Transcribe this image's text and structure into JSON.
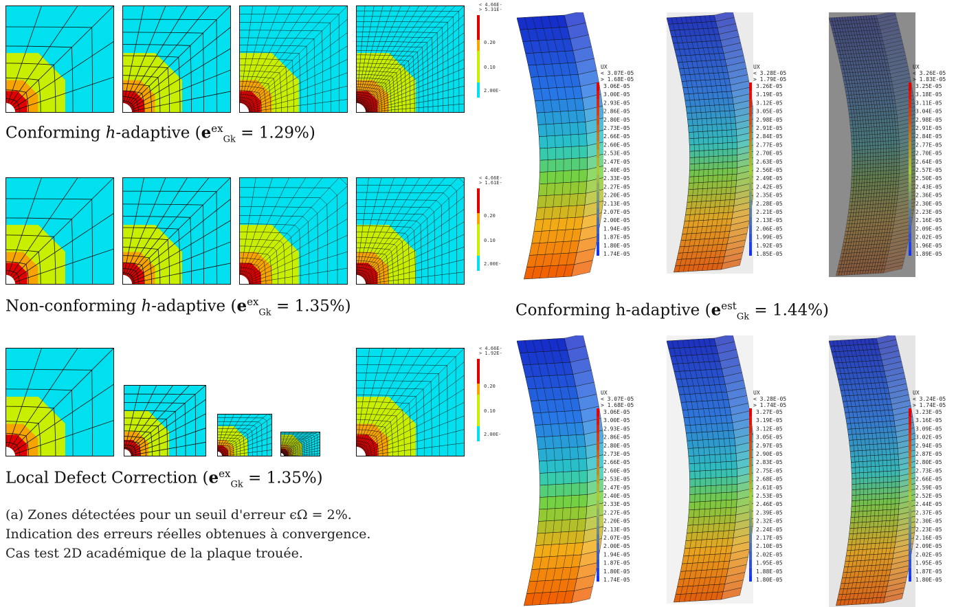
{
  "left_panel": {
    "rows": [
      {
        "caption_prefix": "Conforming ",
        "caption_italic": "h",
        "caption_suffix": "-adaptive (",
        "err_super": "ex",
        "err_sub": "Gk",
        "err_value": " = 1.29%)",
        "legend": {
          "top": "< 4.66E-",
          "top2": "> 5.31E-",
          "t1": "0.20",
          "t2": "0.10",
          "t3": "2.00E-"
        }
      },
      {
        "caption_prefix": "Non-conforming ",
        "caption_italic": "h",
        "caption_suffix": "-adaptive (",
        "err_super": "ex",
        "err_sub": "Gk",
        "err_value": " = 1.35%)",
        "legend": {
          "top": "< 4.66E-",
          "top2": "> 1.61E-",
          "t1": "0.20",
          "t2": "0.10",
          "t3": "2.00E-"
        }
      },
      {
        "caption_prefix": "Local Defect Correction (",
        "caption_italic": "",
        "caption_suffix": "",
        "err_super": "ex",
        "err_sub": "Gk",
        "err_value": " = 1.35%)",
        "legend": {
          "top": "< 4.66E-",
          "top2": "> 1.92E-",
          "t1": "0.20",
          "t2": "0.10",
          "t3": "2.00E-"
        }
      }
    ],
    "description": [
      "(a) Zones détectées pour un seuil d'erreur ϵΩ = 2%.",
      "Indication des erreurs réelles obtenues à convergence.",
      "Cas test 2D académique de la plaque trouée."
    ]
  },
  "right_panel": {
    "top_caption": "Conforming h-adaptive (",
    "top_super": "est",
    "top_sub": "Gk",
    "top_value": " = 1.44%)",
    "colorbars_top": [
      {
        "var": "UX",
        "max": "< 3.07E-05",
        "min": "> 1.68E-05",
        "ticks": [
          "3.06E-05",
          "3.00E-05",
          "2.93E-05",
          "2.86E-05",
          "2.80E-05",
          "2.73E-05",
          "2.66E-05",
          "2.60E-05",
          "2.53E-05",
          "2.47E-05",
          "2.40E-05",
          "2.33E-05",
          "2.27E-05",
          "2.20E-05",
          "2.13E-05",
          "2.07E-05",
          "2.00E-05",
          "1.94E-05",
          "1.87E-05",
          "1.80E-05",
          "1.74E-05"
        ]
      },
      {
        "var": "UX",
        "max": "< 3.28E-05",
        "min": "> 1.79E-05",
        "ticks": [
          "3.26E-05",
          "3.19E-05",
          "3.12E-05",
          "3.05E-05",
          "2.98E-05",
          "2.91E-05",
          "2.84E-05",
          "2.77E-05",
          "2.70E-05",
          "2.63E-05",
          "2.56E-05",
          "2.49E-05",
          "2.42E-05",
          "2.35E-05",
          "2.28E-05",
          "2.21E-05",
          "2.13E-05",
          "2.06E-05",
          "1.99E-05",
          "1.92E-05",
          "1.85E-05"
        ]
      },
      {
        "var": "UX",
        "max": "< 3.26E-05",
        "min": "> 1.83E-05",
        "ticks": [
          "3.25E-05",
          "3.18E-05",
          "3.11E-05",
          "3.04E-05",
          "2.98E-05",
          "2.91E-05",
          "2.84E-05",
          "2.77E-05",
          "2.70E-05",
          "2.64E-05",
          "2.57E-05",
          "2.50E-05",
          "2.43E-05",
          "2.36E-05",
          "2.30E-05",
          "2.23E-05",
          "2.16E-05",
          "2.09E-05",
          "2.02E-05",
          "1.96E-05",
          "1.89E-05"
        ]
      }
    ],
    "colorbars_bottom": [
      {
        "var": "UX",
        "max": "< 3.07E-05",
        "min": "> 1.68E-05",
        "ticks": [
          "3.06E-05",
          "3.00E-05",
          "2.93E-05",
          "2.86E-05",
          "2.80E-05",
          "2.73E-05",
          "2.66E-05",
          "2.60E-05",
          "2.53E-05",
          "2.47E-05",
          "2.40E-05",
          "2.33E-05",
          "2.27E-05",
          "2.20E-05",
          "2.13E-05",
          "2.07E-05",
          "2.00E-05",
          "1.94E-05",
          "1.87E-05",
          "1.80E-05",
          "1.74E-05"
        ]
      },
      {
        "var": "UX",
        "max": "< 3.28E-05",
        "min": "> 1.74E-05",
        "ticks": [
          "3.27E-05",
          "3.19E-05",
          "3.12E-05",
          "3.05E-05",
          "2.97E-05",
          "2.90E-05",
          "2.83E-05",
          "2.75E-05",
          "2.68E-05",
          "2.61E-05",
          "2.53E-05",
          "2.46E-05",
          "2.39E-05",
          "2.32E-05",
          "2.24E-05",
          "2.17E-05",
          "2.10E-05",
          "2.02E-05",
          "1.95E-05",
          "1.88E-05",
          "1.80E-05"
        ]
      },
      {
        "var": "UX",
        "max": "< 3.24E-05",
        "min": "> 1.74E-05",
        "ticks": [
          "3.23E-05",
          "3.16E-05",
          "3.09E-05",
          "3.02E-05",
          "2.94E-05",
          "2.87E-05",
          "2.80E-05",
          "2.73E-05",
          "2.66E-05",
          "2.59E-05",
          "2.52E-05",
          "2.44E-05",
          "2.37E-05",
          "2.30E-05",
          "2.23E-05",
          "2.16E-05",
          "2.09E-05",
          "2.02E-05",
          "1.95E-05",
          "1.87E-05",
          "1.80E-05"
        ]
      }
    ]
  },
  "colors": {
    "cyan": "#00e0ee",
    "yellow_green": "#c8ee00",
    "orange": "#f7a300",
    "red": "#e00000",
    "mesh_line": "#111111"
  }
}
